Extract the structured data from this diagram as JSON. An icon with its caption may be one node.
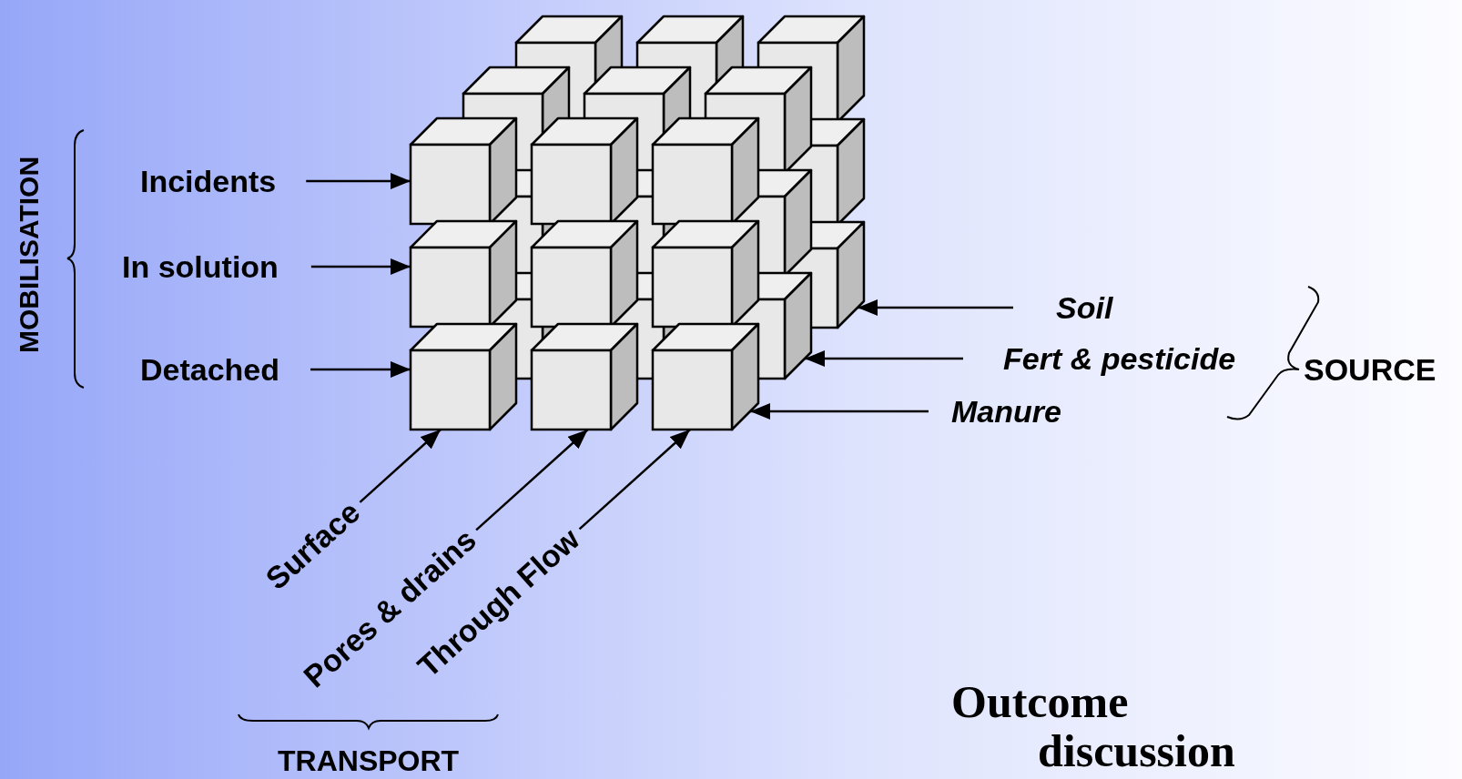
{
  "diagram": {
    "nodes": [
      {
        "text": [
          "Incidents"
        ]
      },
      {
        "text": [
          "In solution"
        ]
      },
      {
        "text": [
          "Detached"
        ]
      },
      {
        "text": [
          "Soil"
        ]
      },
      {
        "text": [
          "Fert & pesticide"
        ]
      },
      {
        "text": [
          "Manure"
        ]
      },
      {
        "text": [
          "Surface"
        ]
      },
      {
        "text": [
          "Pores & drains"
        ]
      },
      {
        "text": [
          "Through Flow"
        ]
      },
      {
        "text": [],
        "shape": "cube"
      }
    ],
    "edges": [
      {
        "from": 0,
        "to": 9,
        "arrow": "to"
      },
      {
        "from": 1,
        "to": 9,
        "arrow": "to"
      },
      {
        "from": 2,
        "to": 9,
        "arrow": "to"
      },
      {
        "from": 3,
        "to": 9,
        "arrow": "to"
      },
      {
        "from": 4,
        "to": 9,
        "arrow": "to"
      },
      {
        "from": 5,
        "to": 9,
        "arrow": "to"
      },
      {
        "from": 6,
        "to": 9,
        "arrow": "to"
      },
      {
        "from": 7,
        "to": 9,
        "arrow": "to"
      },
      {
        "from": 8,
        "to": 9,
        "arrow": "to"
      }
    ],
    "labels": [
      "MOBILISATION",
      "SOURCE",
      "TRANSPORT",
      "Outcome discussion"
    ]
  }
}
